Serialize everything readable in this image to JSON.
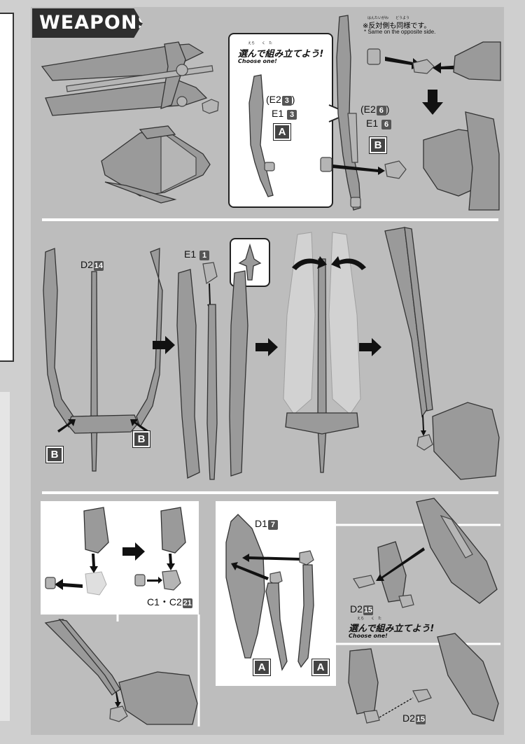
{
  "section_title": "WEAPONS",
  "note_ruby": "はんたいがわ　　どうよう",
  "note_jp": "※反対側も同様です。",
  "note_en": "* Same on the opposite side.",
  "choose_ruby": "えら　　く　た",
  "choose_jp": "選んで組み立てよう!",
  "choose_en": "Choose one!",
  "callout_a": {
    "code_e2_open": "(E2",
    "code_e2_num": "3",
    "code_e2_close": ")",
    "code_e1": "E1",
    "code_e1_num": "3",
    "badge": "A"
  },
  "option_b": {
    "code_e2_open": "(E2",
    "code_e2_num": "6",
    "code_e2_close": ")",
    "code_e1": "E1",
    "code_e1_num": "6",
    "badge": "B"
  },
  "step2": {
    "d2": "D2",
    "d2_num": "14",
    "e1": "E1",
    "e1_num": "1",
    "badge_left": "B",
    "badge_right": "B"
  },
  "step3": {
    "code": "C1・C2",
    "code_num": "21"
  },
  "step4": {
    "d1": "D1",
    "d1_num": "7",
    "badge_left": "A",
    "badge_right": "A",
    "d2_a": "D2",
    "d2_a_num": "15",
    "d2_b": "D2",
    "d2_b_num": "15"
  },
  "colors": {
    "background": "#cfcfcf",
    "panel": "#bdbdbd",
    "title_bg": "#2e2e2e",
    "badge": "#444444"
  }
}
